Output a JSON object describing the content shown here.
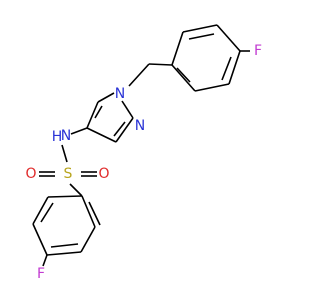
{
  "molecule": {
    "atoms": {
      "n1": {
        "symbol": "N",
        "color": "#2a33d6"
      },
      "n2": {
        "symbol": "N",
        "color": "#2a33d6"
      },
      "nh": {
        "symbol": "N",
        "color": "#2a33d6"
      },
      "h": {
        "symbol": "H",
        "color": "#2a33d6"
      },
      "s": {
        "symbol": "S",
        "color": "#b8a51e"
      },
      "o1": {
        "symbol": "O",
        "color": "#e02a2a"
      },
      "o2": {
        "symbol": "O",
        "color": "#e02a2a"
      },
      "f1": {
        "symbol": "F",
        "color": "#c23bd1"
      },
      "f2": {
        "symbol": "F",
        "color": "#c23bd1"
      }
    },
    "bond_color": "#000000",
    "background": "#ffffff"
  }
}
